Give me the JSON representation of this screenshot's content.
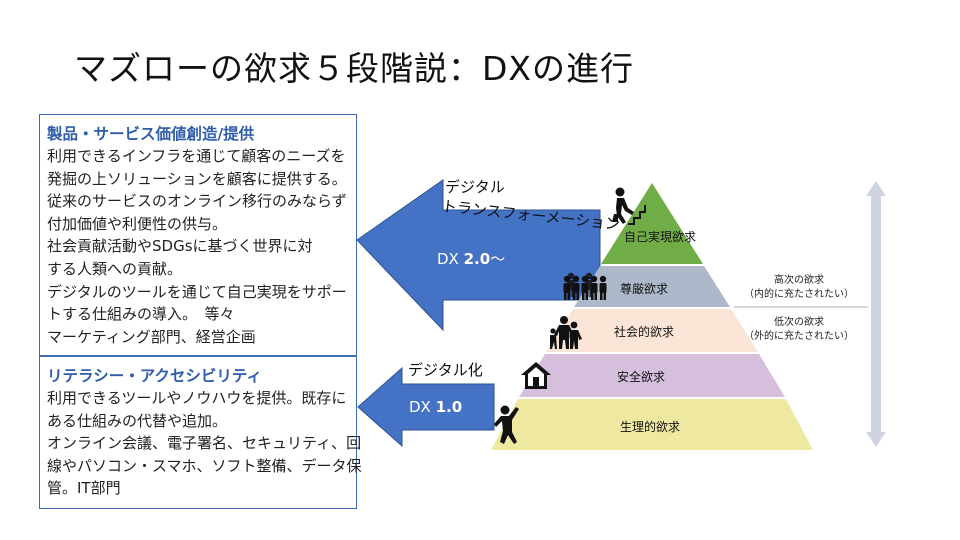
{
  "title": "マズローの欲求５段階説：DXの進行",
  "box1": {
    "heading": "製品・サービス価値創造/提供",
    "lines": [
      "利用できるインフラを通じて顧客のニーズを",
      "発掘の上ソリューションを顧客に提供する。",
      "従来のサービスのオンライン移行のみならず",
      "付加価値や利便性の供与。",
      "社会貢献活動やSDGsに基づく世界に対",
      "する人類への貢献。",
      "デジタルのツールを通じて自己実現をサポー",
      "トする仕組みの導入。　等々",
      "マーケティング部門、経営企画"
    ]
  },
  "box2": {
    "heading": "リテラシー・アクセシビリティ",
    "lines": [
      "利用できるツールやノウハウを提供。既存に",
      "ある仕組みの代替や追加。",
      "オンライン会議、電子署名、セキュリティ、回",
      "線やパソコン・スマホ、ソフト整備、データ保",
      "管。IT部門"
    ]
  },
  "arrow_top": {
    "caption_line1": "デジタル",
    "caption_line2": "トランスフォーメーション",
    "dx_prefix": "DX ",
    "dx_version": "2.0",
    "dx_suffix": "～"
  },
  "arrow_bottom": {
    "caption": "デジタル化",
    "dx_prefix": "DX ",
    "dx_version": "1.0"
  },
  "pyramid": {
    "levels": [
      "自己実現欲求",
      "尊厳欲求",
      "社会的欲求",
      "安全欲求",
      "生理的欲求"
    ],
    "colors": [
      "#70ad47",
      "#adb9ca",
      "#fbe5d6",
      "#d5bfdc",
      "#eee8a0"
    ]
  },
  "side_notes": {
    "upper_line1": "高次の欲求",
    "upper_line2": "（内的に充たされたい）",
    "lower_line1": "低次の欲求",
    "lower_line2": "（外的に充たされたい）"
  },
  "colors": {
    "accent_blue": "#4472c4",
    "box_border": "#3f6bb5",
    "heading_blue": "#2f5da9",
    "side_arrow": "#d0d3e2"
  },
  "icons": {
    "apex": "person-climbing-stairs-icon",
    "esteem": "crowd-icon",
    "social": "family-icon",
    "safety": "house-icon",
    "physiological": "person-stretching-icon"
  }
}
